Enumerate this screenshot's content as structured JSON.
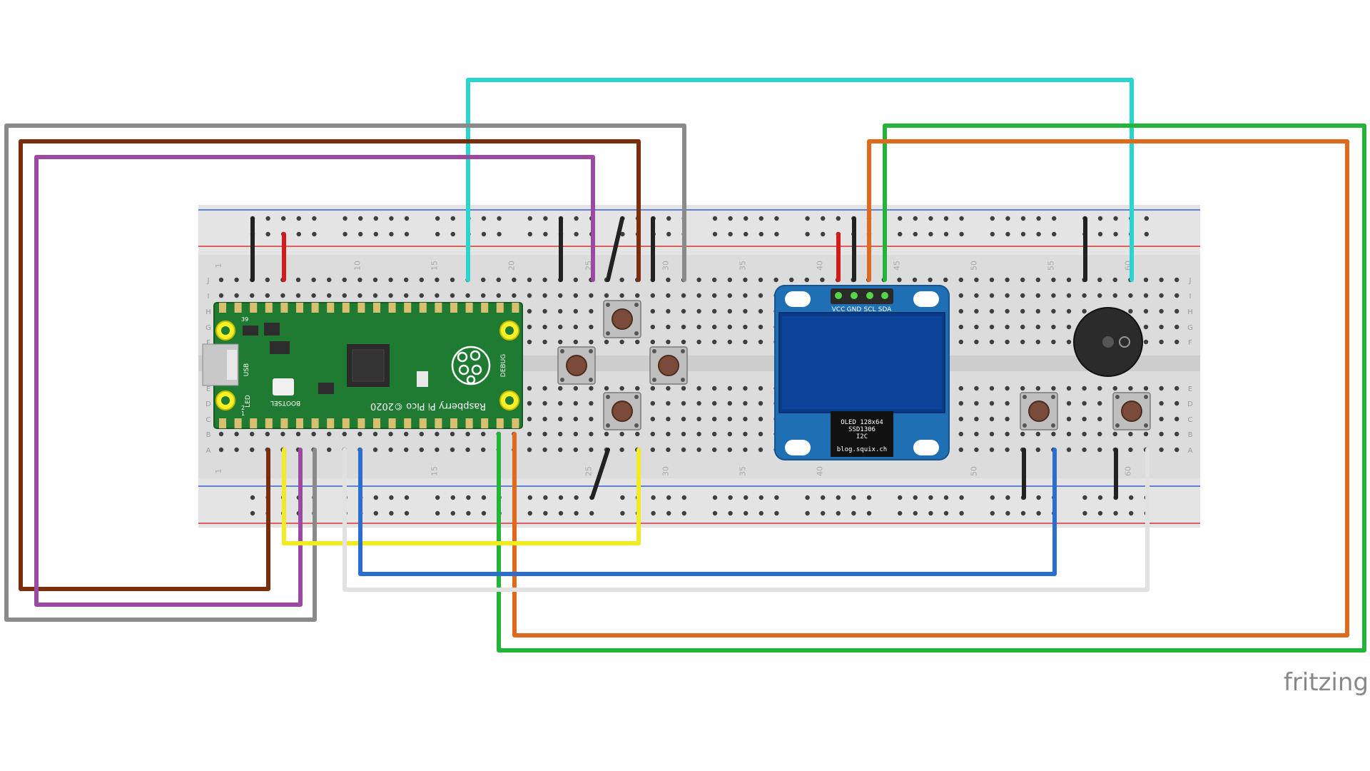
{
  "watermark": "fritzing",
  "pico": {
    "brand": "Raspberry Pi Pico ©2020",
    "usb": "USB",
    "led": "LED",
    "bootsel": "BOOTSEL",
    "debug": "DEBUG",
    "pin_39": "39",
    "pin_1": "1",
    "pin_2": "2"
  },
  "oled": {
    "pins": [
      "VCC",
      "GND",
      "SCL",
      "SDA"
    ],
    "chip_line1": "OLED 128x64",
    "chip_line2": "SSD1306",
    "chip_line3": "I2C",
    "url": "blog.squix.ch"
  },
  "breadboard": {
    "row_letters_top": [
      "J",
      "I",
      "H",
      "G",
      "F"
    ],
    "row_letters_bottom": [
      "E",
      "D",
      "C",
      "B",
      "A"
    ],
    "col_numbers_top": [
      "1",
      "10",
      "15",
      "20",
      "25",
      "30",
      "35",
      "40",
      "45",
      "50",
      "55",
      "60"
    ],
    "col_numbers_bottom": [
      "1",
      "15",
      "25",
      "30",
      "35",
      "40",
      "50",
      "60"
    ]
  },
  "colors": {
    "cyan": "#28d6d0",
    "gray": "#8a8a8a",
    "brown": "#7a2e0e",
    "purple": "#9a4aa0",
    "green": "#25b43a",
    "orange": "#e06a1c",
    "yellow": "#f2ea22",
    "blue": "#2a6fd0",
    "white": "#e2e2e2",
    "black": "#222222",
    "red": "#d21c1c",
    "pico_green": "#1f7a32",
    "oled_blue": "#1e6fb4",
    "screen": "#0a3a8a"
  }
}
